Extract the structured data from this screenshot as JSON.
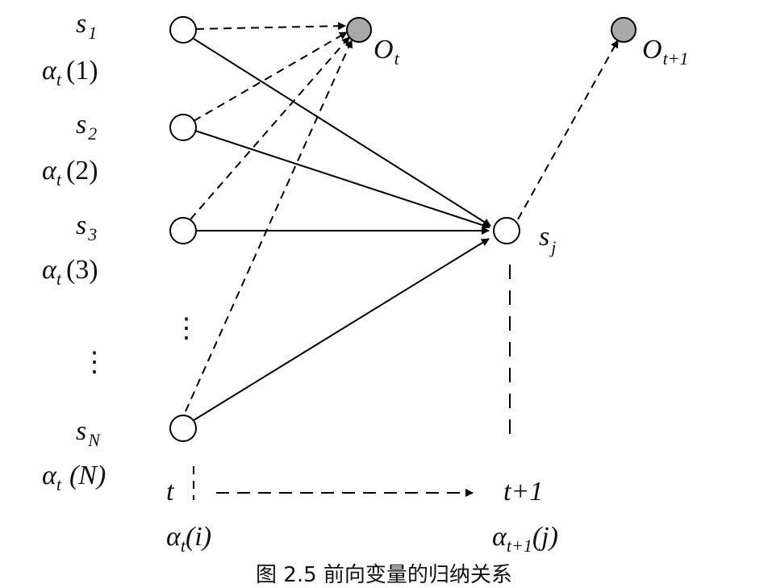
{
  "diagram": {
    "states": [
      {
        "id": "s1",
        "symbol": "s",
        "index": "1",
        "alpha": "(1)"
      },
      {
        "id": "s2",
        "symbol": "s",
        "index": "2",
        "alpha": "(2)"
      },
      {
        "id": "s3",
        "symbol": "s",
        "index": "3",
        "alpha": "(3)"
      },
      {
        "id": "sN",
        "symbol": "s",
        "index": "N",
        "alpha": "(N)"
      }
    ],
    "alpha_symbol": "α",
    "alpha_sub": "t",
    "target_state": {
      "symbol": "s",
      "index": "j"
    },
    "observations": [
      {
        "symbol": "O",
        "index": "t"
      },
      {
        "symbol": "O",
        "index": "t+1"
      }
    ],
    "time_labels": {
      "t": "t",
      "t_next": "t+1"
    },
    "bottom_labels": {
      "left_symbol": "α",
      "left_sub": "t",
      "left_arg": "(i)",
      "right_symbol": "α",
      "right_sub": "t+1",
      "right_arg": "(j)"
    },
    "vdots": "⋮",
    "caption": "图 2.5 前向变量的归纳关系"
  }
}
